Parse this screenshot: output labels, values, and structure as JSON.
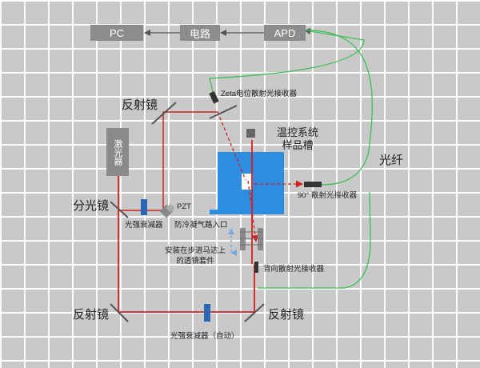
{
  "boxes": {
    "pc": "PC",
    "circuit": "电路",
    "apd": "APD"
  },
  "laser": "激光器",
  "labels": {
    "reflector_top": "反射镜",
    "zeta_receiver": "Zeta电位散射光接收器",
    "temp_control_line1": "温控系统",
    "temp_control_line2": "样品槽",
    "fiber": "光纤",
    "splitter": "分光镜",
    "pzt": "PZT",
    "attenuator": "光强衰减器",
    "anti_condensation": "防冷凝气路入口",
    "scatter90": "90° 散射光接收器",
    "lens_kit_line1": "安装在步进马达上",
    "lens_kit_line2": "的透镜套件",
    "back_receiver": "背向散射光接收器",
    "reflector_bl": "反射镜",
    "reflector_br": "反射镜",
    "attenuator_auto": "光强衰减器（自动）"
  },
  "colors": {
    "laser_path": "#d42020",
    "fiber": "#3cbf58",
    "sample_cell": "#2f8de0",
    "arrow_gray": "#555555",
    "box_gray": "#8c8c8c",
    "grid_bg": "#c9c9c9"
  }
}
